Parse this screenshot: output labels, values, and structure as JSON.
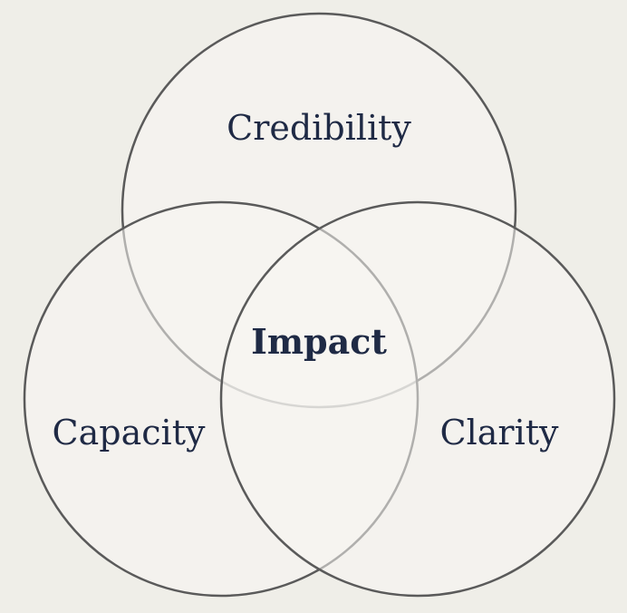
{
  "diagram": {
    "circles": [
      {
        "id": "credibility",
        "label": "Credibility"
      },
      {
        "id": "capacity",
        "label": "Capacity"
      },
      {
        "id": "clarity",
        "label": "Clarity"
      }
    ],
    "center_label": "Impact",
    "colors": {
      "background": "#efeee8",
      "circle_fill": "#f7f6f2",
      "circle_stroke": "#5a5a5a",
      "text": "#1f2a45"
    }
  }
}
